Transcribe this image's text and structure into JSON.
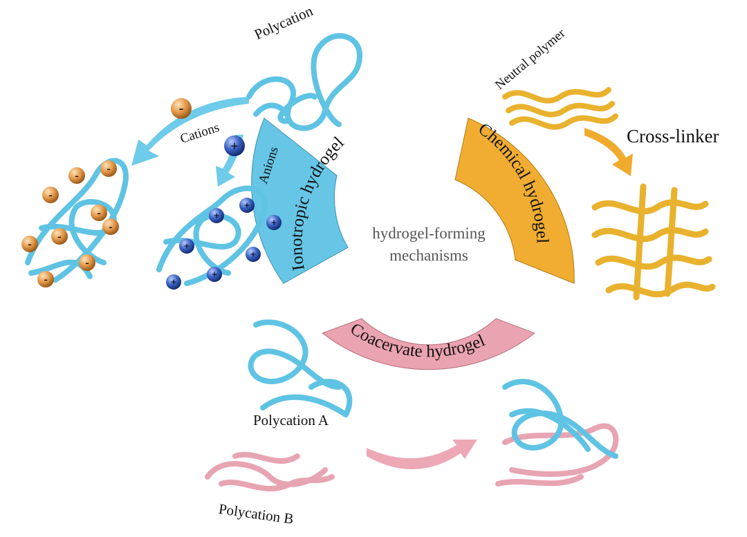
{
  "center": {
    "line1": "hydrogel-forming",
    "line2": "mechanisms"
  },
  "sectors": {
    "ionotropic": {
      "label": "Ionotropic hydrogel",
      "color": "#67c6e6"
    },
    "chemical": {
      "label": "Chemical hydrogel",
      "color": "#f0ad32"
    },
    "coacervate": {
      "label": "Coacervate hydrogel",
      "color": "#eaa3b0"
    }
  },
  "labels": {
    "polycation": "Polycation",
    "cations": "Cations",
    "anions": "Anions",
    "neutral_polymer": "Neutral polymer",
    "cross_linker": "Cross-linker",
    "polycation_a": "Polycation A",
    "polycation_b": "Polycation B"
  },
  "ions": {
    "negative_sign": "-",
    "positive_sign": "+"
  },
  "colors": {
    "ribbon_blue": "#5fc3e4",
    "ribbon_pink": "#e7a4b2",
    "ribbon_gold": "#e9b22e",
    "ion_orange": "#d98a3a",
    "ion_blue": "#2f55b0",
    "arrow_blue": "#6ecbe9",
    "arrow_gold": "#f0ab2c",
    "arrow_pink": "#eda8b6"
  }
}
